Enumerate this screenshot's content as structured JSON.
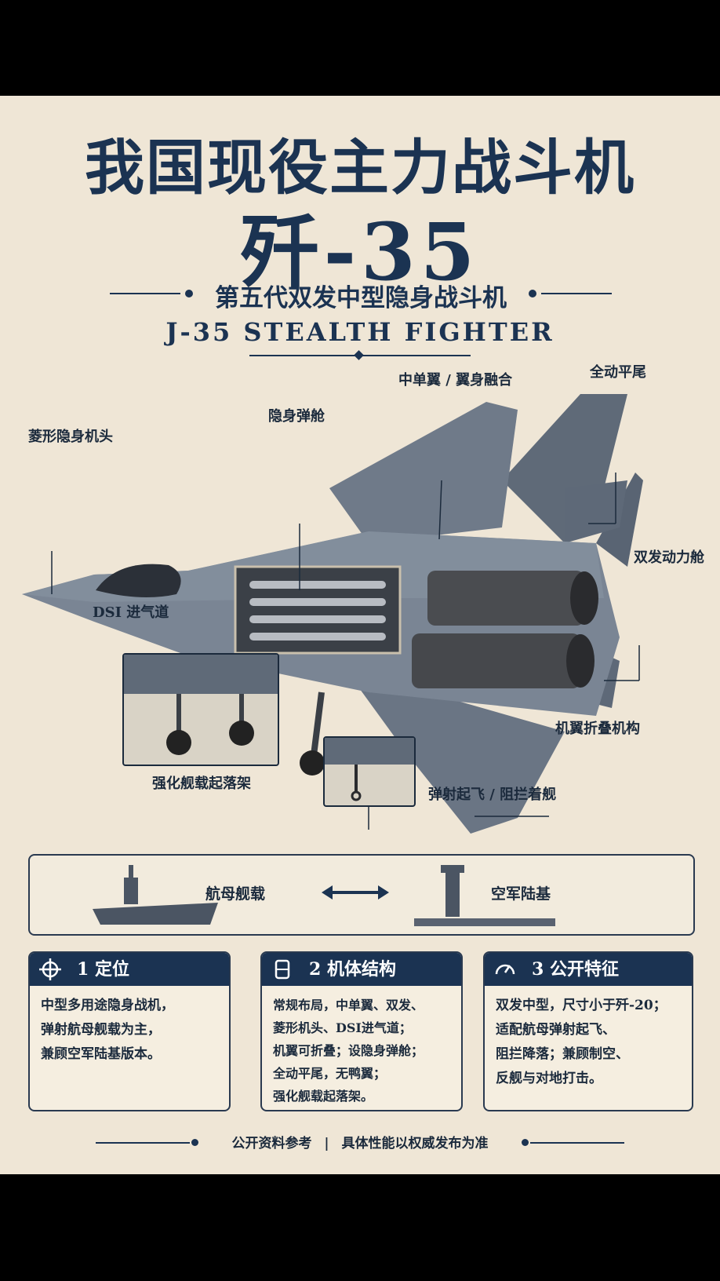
{
  "header": {
    "title": "我国现役主力战斗机",
    "model": "歼-35",
    "subtitle_cn": "第五代双发中型隐身战斗机",
    "subtitle_en": "J-35 STEALTH FIGHTER"
  },
  "callouts": {
    "nose": "菱形隐身机头",
    "bay": "隐身弹舱",
    "wing": "中单翼 / 翼身融合",
    "tail": "全动平尾",
    "engines": "双发动力舱",
    "intake": "DSI 进气道",
    "fold": "机翼折叠机构",
    "gear": "强化舰载起落架",
    "hook": "弹射起飞 / 阻拦着舰"
  },
  "basing": {
    "carrier": "航母舰载",
    "land": "空军陆基"
  },
  "cards": [
    {
      "number": "1",
      "title": "定位",
      "icon": "crosshair-icon",
      "lines": [
        "中型多用途隐身战机，",
        "弹射航母舰载为主，",
        "兼顾空军陆基版本。"
      ]
    },
    {
      "number": "2",
      "title": "机体结构",
      "icon": "airframe-icon",
      "lines": [
        "常规布局，中单翼、双发、",
        "菱形机头、DSI进气道；",
        "机翼可折叠；设隐身弹舱；",
        "全动平尾，无鸭翼；",
        "强化舰载起落架。"
      ]
    },
    {
      "number": "3",
      "title": "公开特征",
      "icon": "gauge-icon",
      "lines": [
        "双发中型，尺寸小于歼-20；",
        "适配航母弹射起飞、",
        "阻拦降落；兼顾制空、",
        "反舰与对地打击。"
      ]
    }
  ],
  "footer": {
    "left": "公开资料参考",
    "separator": "|",
    "right": "具体性能以权威发布为准"
  },
  "colors": {
    "navy": "#1b3352",
    "paper": "#efe6d6",
    "jet_gray": "#6b7685"
  }
}
